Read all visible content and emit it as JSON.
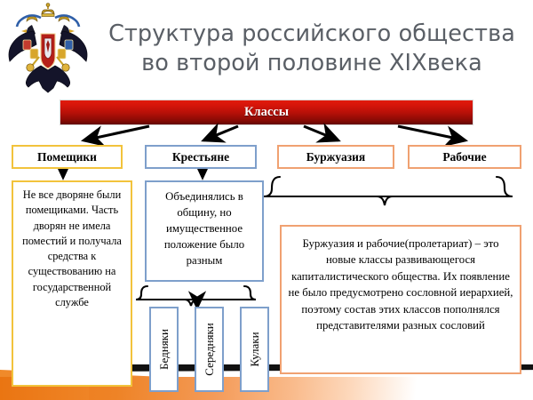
{
  "slide": {
    "title_line1": "Структура российского общества",
    "title_line2": "во второй половине XIXвека",
    "emblem_name": "Герб Российской империи",
    "title_color": "#5a5f66"
  },
  "root": {
    "label": "Классы",
    "color_top": "#e21b0c",
    "color_bottom": "#630803",
    "text_color": "#ffffff"
  },
  "categories": [
    {
      "label": "Помещики",
      "border_color": "#f2c33c"
    },
    {
      "label": "Крестьяне",
      "border_color": "#7e9fcb"
    },
    {
      "label": "Буржуазия",
      "border_color": "#f0a171"
    },
    {
      "label": "Рабочие",
      "border_color": "#f0a171"
    }
  ],
  "descriptions": {
    "pomeshchiki": "Не все дворяне были помещиками. Часть дворян не имела поместий и получала средства к существованию на государственной службе",
    "krestyane": "Объединялись в общину, но имущественное положение было разным",
    "burzhuaziya_rabochie": "Буржуазия и рабочие(пролетариат) – это новые классы развивающегося капиталистического общества. Их появление не было предусмотрено сословной иерархией, поэтому состав этих классов пополнялся представителями разных сословий"
  },
  "peasant_subgroups": [
    {
      "label": "Бедняки",
      "border_color": "#7e9fcb"
    },
    {
      "label": "Середняки",
      "border_color": "#7e9fcb"
    },
    {
      "label": "Кулаки",
      "border_color": "#7e9fcb"
    }
  ],
  "connectors": {
    "arrow_color": "#000000",
    "brace_color": "#000000",
    "arrows_from_root": 4,
    "down_arrows": 2,
    "braces": 2
  },
  "decoration": {
    "band_color": "#ef8326",
    "stripe_color": "#111111"
  }
}
